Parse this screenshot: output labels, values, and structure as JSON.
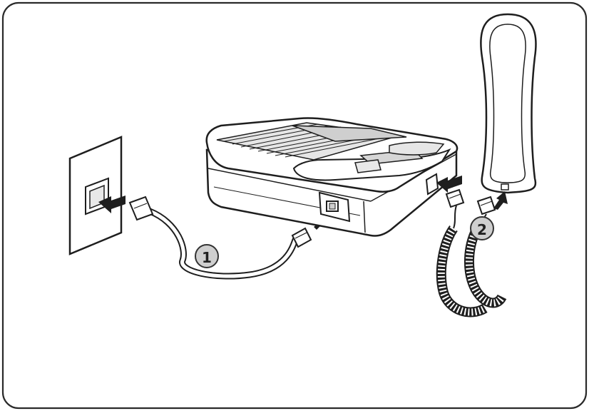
{
  "steps": [
    {
      "id": "step-1",
      "text": "1"
    },
    {
      "id": "step-2",
      "text": "2"
    }
  ],
  "colors": {
    "frame": "#2a2a2a",
    "line": "#1e1e1e",
    "fill_light": "#ffffff",
    "fill_gray": "#d0d0d0",
    "arrow": "#1e1e1e"
  }
}
